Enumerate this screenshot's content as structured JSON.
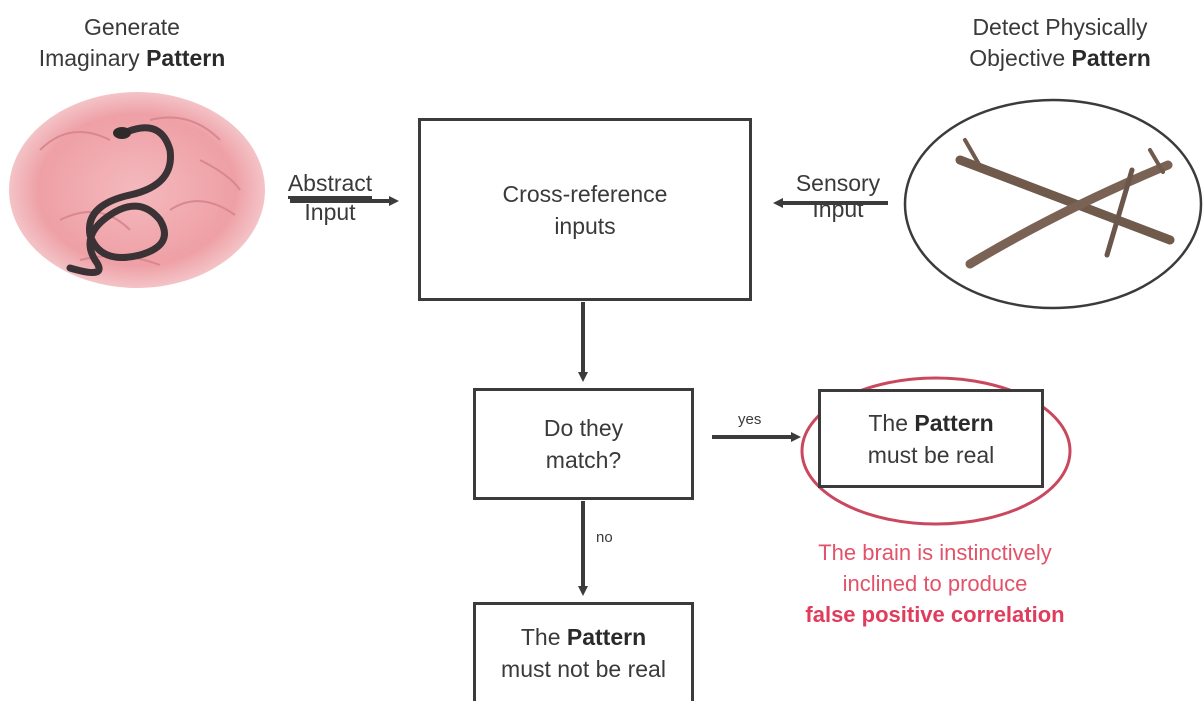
{
  "left_heading": {
    "line1": "Generate",
    "line2_prefix": "Imaginary ",
    "line2_bold": "Pattern"
  },
  "right_heading": {
    "line1": "Detect Physically",
    "line2_prefix": "Objective ",
    "line2_bold": "Pattern"
  },
  "abstract_input": {
    "line1": "Abstract",
    "line2": "Input"
  },
  "sensory_input": {
    "line1": "Sensory",
    "line2": "Input"
  },
  "cross_reference_box": {
    "line1": "Cross-reference",
    "line2": "inputs"
  },
  "decision_box": {
    "line1": "Do they",
    "line2": "match?"
  },
  "yes_label": "yes",
  "no_label": "no",
  "real_box": {
    "prefix": "The ",
    "bold": "Pattern",
    "line2": "must be real"
  },
  "not_real_box": {
    "prefix": "The ",
    "bold": "Pattern",
    "line2": "must not be real"
  },
  "note": {
    "line1": "The brain is instinctively",
    "line2": "inclined to produce",
    "line3": "false positive correlation"
  },
  "icons": {
    "left": "brain-with-snake-icon",
    "right": "crossed-sticks-icon"
  },
  "colors": {
    "box_border": "#3b3b3b",
    "arrow": "#3b3b3b",
    "highlight_ellipse": "#c9485f",
    "note_text": "#e2536a",
    "brain": "#f0a3a8"
  }
}
